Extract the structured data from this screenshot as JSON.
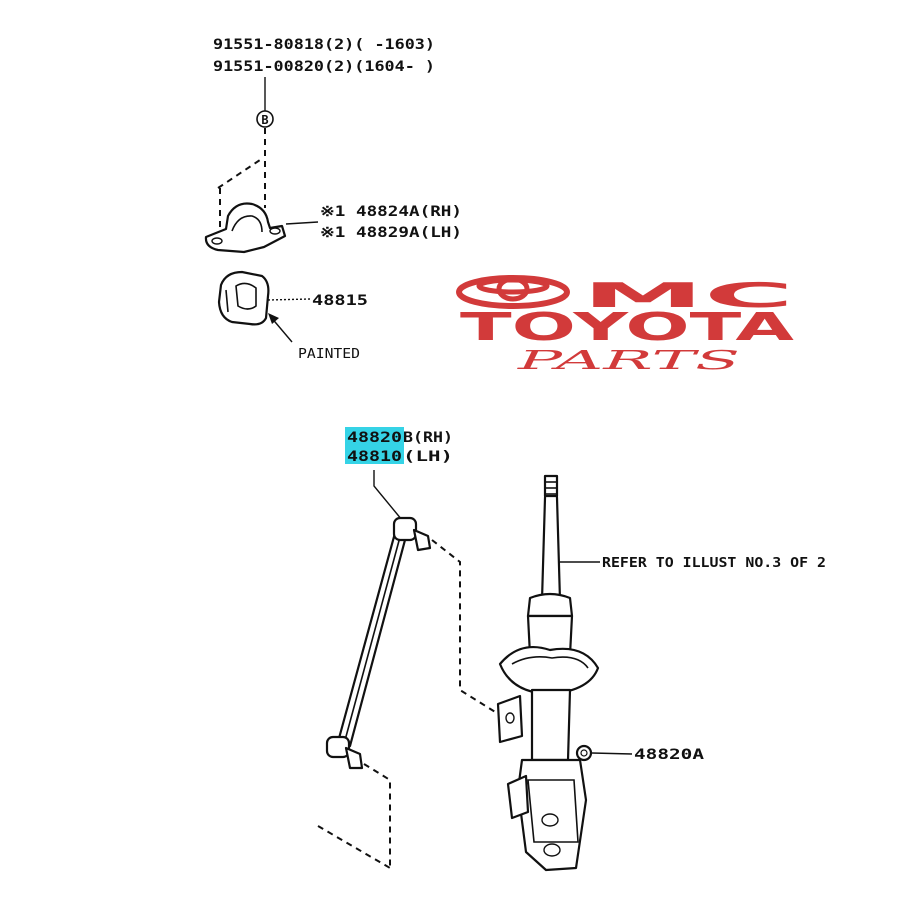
{
  "bolt_callout": {
    "line1": "91551-80818(2)(    -1603)",
    "line2": "91551-00820(2)(1604-    )",
    "ref_letter": "B"
  },
  "bracket_callout": {
    "line1": "※1 48824A(RH)",
    "line2": "※1 48829A(LH)"
  },
  "bushing_callout": {
    "number": "48815",
    "note": "PAINTED"
  },
  "link_callout": {
    "rh_number": "48820",
    "rh_suffix": "B(RH)",
    "lh_number": "48810",
    "lh_suffix": " (LH)",
    "highlight_color": "#35d3e6"
  },
  "strut_callout": {
    "ref_text": "REFER TO ILLUST NO.3 OF 2"
  },
  "nut_callout": {
    "number": "48820A"
  },
  "logo": {
    "line1": "MC",
    "line2": "TOYOTA",
    "line3": "PARTS",
    "color": "#d23a3a"
  }
}
